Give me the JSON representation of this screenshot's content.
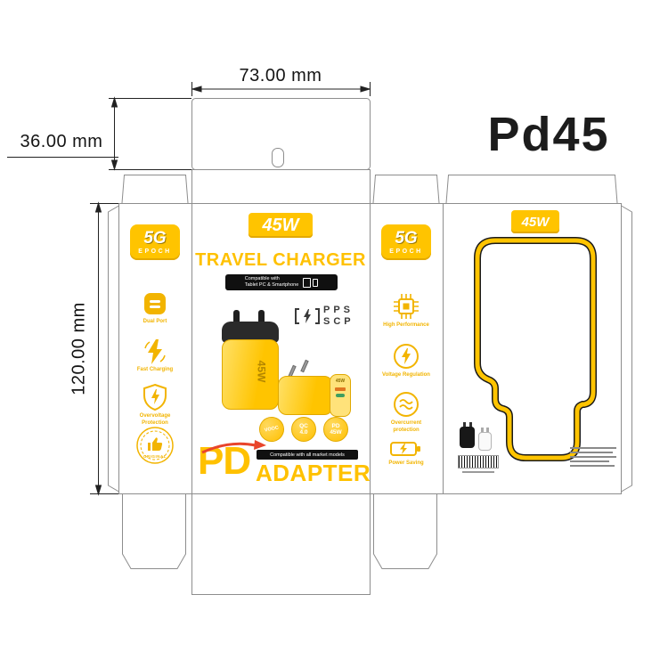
{
  "annotations": {
    "top_width": "73.00 mm",
    "flap_height": "36.00 mm",
    "panel_height": "120.00 mm",
    "model_name": "Pd45"
  },
  "badge_5g": {
    "line1": "5G",
    "line2": "EPOCH"
  },
  "left_panel": {
    "features": [
      {
        "label": "Dual Port"
      },
      {
        "label": "Fast Charging"
      },
      {
        "label": "Overvoltage Protection"
      },
      {
        "label": "ORIGINAL"
      }
    ]
  },
  "right_panel": {
    "features": [
      {
        "label": "High Performance"
      },
      {
        "label": "Voltage Regulation"
      },
      {
        "label": "Overcurrent protection"
      },
      {
        "label": "Power Saving"
      }
    ]
  },
  "front_panel": {
    "wattage_badge": "45W",
    "title": "TRAVEL CHARGER",
    "compat_line1": "Compatible with",
    "compat_line2": "Tablet PC & Smartphone",
    "pps_line1": "PPS",
    "pps_line2": "SCP",
    "charger_print": "45W",
    "round_badges": [
      {
        "line1": "VOOC",
        "line2": ""
      },
      {
        "line1": "QC",
        "line2": "4.0"
      },
      {
        "line1": "PD",
        "line2": "45W"
      }
    ],
    "brand_main": "PD",
    "brand_sub": "ADAPTER",
    "brand_note": "Compatible with all market models"
  },
  "back_panel": {
    "wattage_badge": "45W"
  },
  "icons": {
    "left_panel": [
      "dual-port-icon",
      "fast-charging-icon",
      "overvoltage-shield-icon",
      "original-stamp-icon"
    ],
    "right_panel": [
      "cpu-chip-icon",
      "voltage-regulation-icon",
      "overcurrent-protection-icon",
      "battery-saving-icon"
    ],
    "front_panel": [
      "pps-scp-lightning-icon",
      "eu-plug-charger-image",
      "us-plug-charger-image",
      "red-swoosh-icon"
    ],
    "back_panel": [
      "die-cut-window-outline",
      "charger-thumbnail-black",
      "charger-thumbnail-white",
      "barcode"
    ]
  },
  "colors": {
    "brand_yellow": "#ffc400",
    "print_gold": "#f2b400",
    "accent_red": "#e8452c",
    "ink_black": "#111111"
  }
}
